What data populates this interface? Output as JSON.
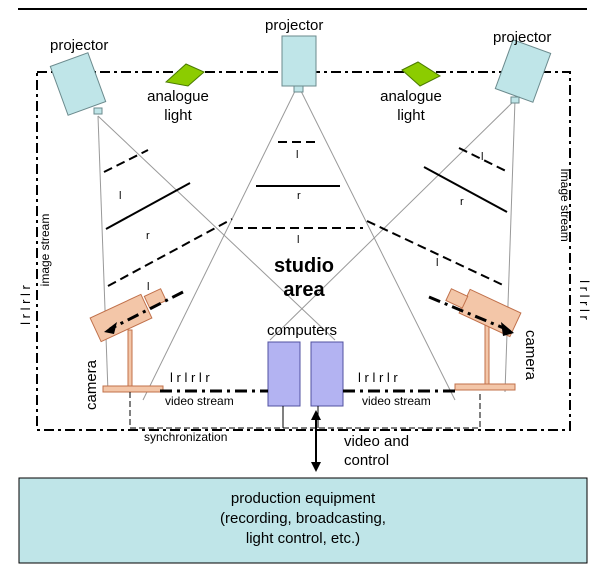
{
  "labels": {
    "projector_left": "projector",
    "projector_center": "projector",
    "projector_right": "projector",
    "light_left_line1": "analogue",
    "light_left_line2": "light",
    "light_right_line1": "analogue",
    "light_right_line2": "light",
    "studio_line1": "studio",
    "studio_line2": "area",
    "computers": "computers",
    "camera_left": "camera",
    "camera_right": "camera",
    "image_stream_left": "image stream",
    "image_stream_right": "Image stream",
    "video_stream_left": "video stream",
    "video_stream_right": "video stream",
    "synchronization": "synchronization",
    "video_control_line1": "video and",
    "video_control_line2": "control",
    "lr_left": "l r l r l r",
    "lr_right": "l r l r l r",
    "lr_bottom_left": "l r l r l r",
    "lr_bottom_right": "l r l r l r",
    "screen_l": "l",
    "screen_r": "r"
  },
  "production": {
    "line1": "production equipment",
    "line2": "(recording, broadcasting,",
    "line3": "light control, etc.)"
  },
  "colors": {
    "projector_fill": "#bfe5e8",
    "light_fill": "#8ccc00",
    "camera_fill": "#f3c6a8",
    "camera_stroke": "#c0704a",
    "computer_fill": "#b3b3f2",
    "production_fill": "#bfe5e8"
  }
}
